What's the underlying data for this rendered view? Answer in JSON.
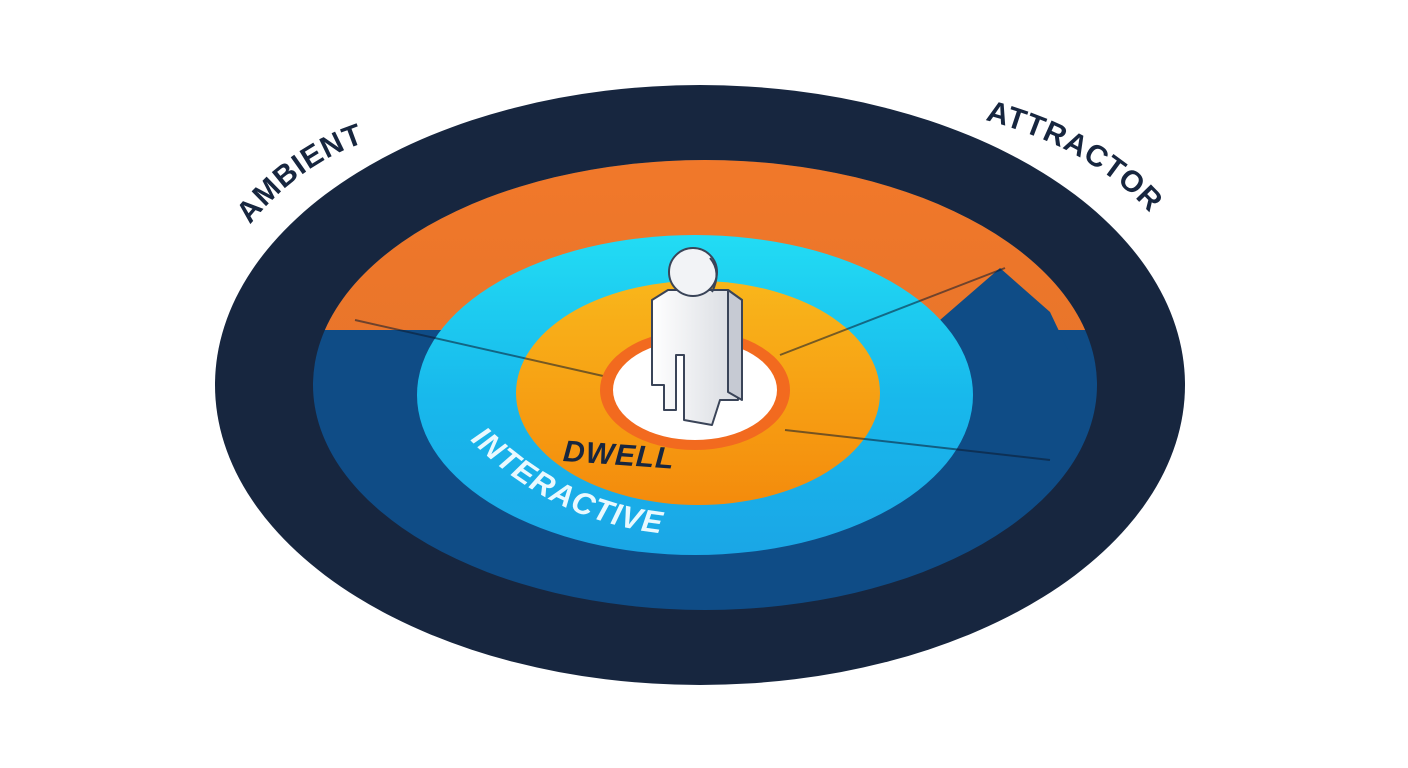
{
  "diagram": {
    "zones": [
      {
        "id": "ambient",
        "label": "AMBIENT",
        "color": "#17263f"
      },
      {
        "id": "attractor",
        "label": "ATTRACTOR",
        "color": "#f07a22"
      },
      {
        "id": "interactive",
        "label": "INTERACTIVE",
        "color": "#16b6e8"
      },
      {
        "id": "dwell",
        "label": "DWELL",
        "color": "#f5960f"
      }
    ],
    "center_icon": "person-icon",
    "accent_colors": {
      "ambient_outer": "#17263f",
      "attractor_band": "#f07a22",
      "attractor_inner_blue": "#0f4c86",
      "interactive_band": "#1fb3ea",
      "dwell_band": "#f7a21a",
      "core_ring": "#f26a1f",
      "core": "#ffffff"
    }
  }
}
